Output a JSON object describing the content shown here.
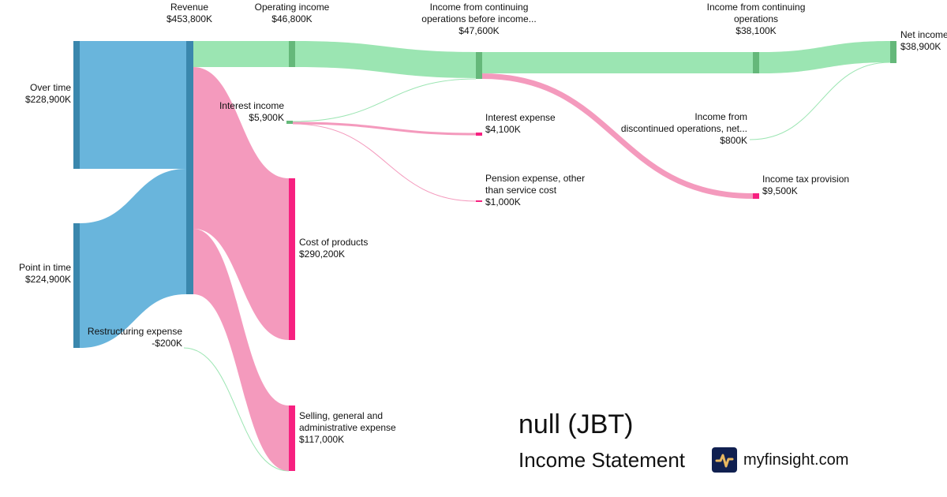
{
  "colors": {
    "revenue_node": "#3a87ad",
    "revenue_link": "#69b5dc",
    "profit_node": "#65b87a",
    "profit_link": "#9be5b2",
    "cost_node": "#f72080",
    "cost_link": "#f49abd"
  },
  "nodes": {
    "over_time": {
      "label": "Over time",
      "value": "$228,900K"
    },
    "point_in_time": {
      "label": "Point in time",
      "value": "$224,900K"
    },
    "revenue": {
      "label": "Revenue",
      "value": "$453,800K"
    },
    "operating_income": {
      "label": "Operating income",
      "value": "$46,800K"
    },
    "interest_income": {
      "label": "Interest income",
      "value": "$5,900K"
    },
    "restructuring": {
      "label": "Restructuring expense",
      "value": "-$200K"
    },
    "cost_of_products": {
      "label": "Cost of products",
      "value": "$290,200K"
    },
    "sga": {
      "label1": "Selling, general and",
      "label2": "administrative expense",
      "value": "$117,000K"
    },
    "income_before_tax": {
      "label1": "Income from continuing",
      "label2": "operations before income...",
      "value": "$47,600K"
    },
    "interest_expense": {
      "label": "Interest expense",
      "value": "$4,100K"
    },
    "pension": {
      "label1": "Pension expense, other",
      "label2": "than service cost",
      "value": "$1,000K"
    },
    "income_continuing": {
      "label1": "Income from continuing",
      "label2": "operations",
      "value": "$38,100K"
    },
    "discontinued": {
      "label1": "Income from",
      "label2": "discontinued operations, net...",
      "value": "$800K"
    },
    "income_tax": {
      "label": "Income tax provision",
      "value": "$9,500K"
    },
    "net_income": {
      "label": "Net income",
      "value": "$38,900K"
    }
  },
  "footer": {
    "title": "null (JBT)",
    "subtitle": "Income Statement",
    "site": "myfinsight.com"
  }
}
